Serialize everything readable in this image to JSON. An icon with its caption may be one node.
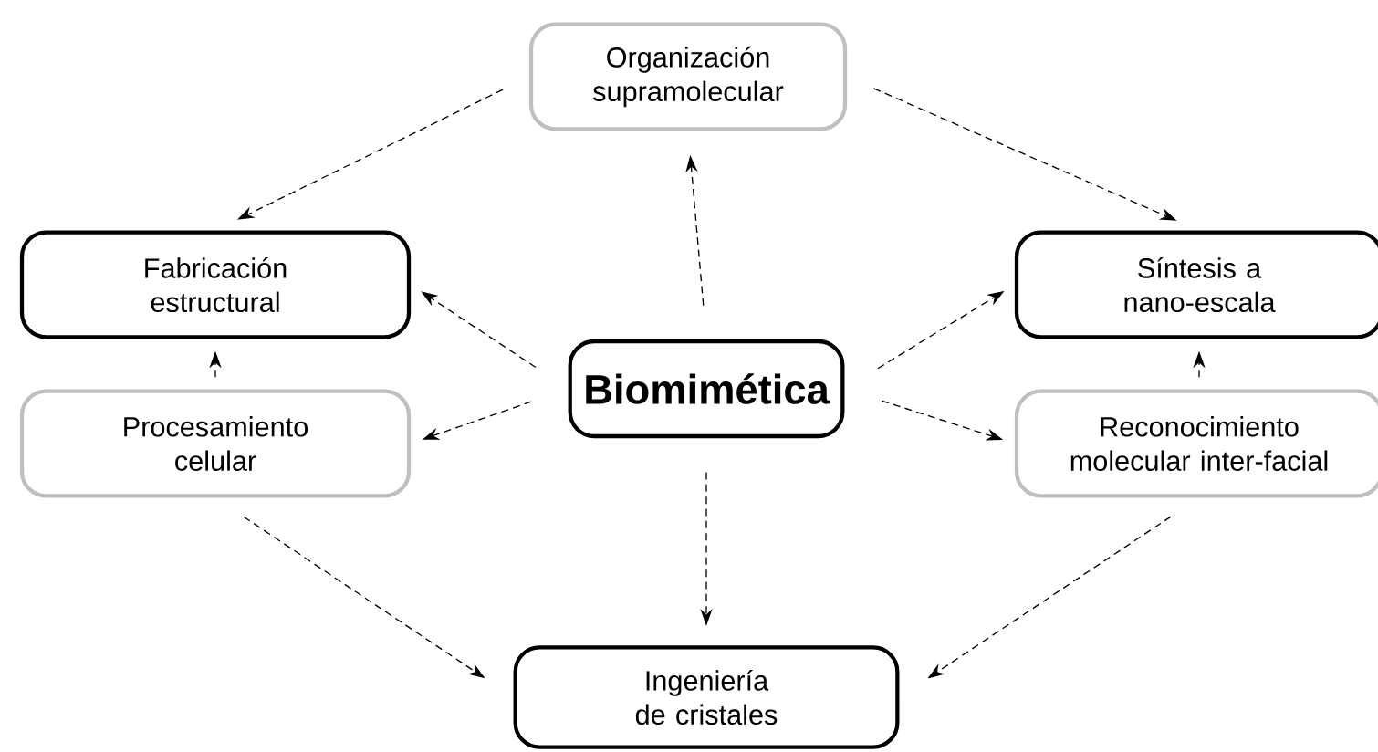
{
  "diagram": {
    "nodes": [
      {
        "text": [
          "Organización supramolecular"
        ]
      },
      {
        "text": [
          "Fabricación estructural"
        ]
      },
      {
        "text": [
          "Biomimética"
        ]
      },
      {
        "text": [
          "Síntesis a nano-escala"
        ]
      },
      {
        "text": [
          "Procesamiento celular"
        ]
      },
      {
        "text": [
          "Reconocimiento molecular inter-facial"
        ]
      },
      {
        "text": [
          "Ingeniería de cristales"
        ]
      }
    ],
    "edges": [
      {
        "from": 0,
        "to": 1,
        "arrow": "to"
      },
      {
        "from": 0,
        "to": 3,
        "arrow": "to"
      },
      {
        "from": 2,
        "to": 0,
        "arrow": "to"
      },
      {
        "from": 2,
        "to": 1,
        "arrow": "to"
      },
      {
        "from": 2,
        "to": 3,
        "arrow": "to"
      },
      {
        "from": 2,
        "to": 4,
        "arrow": "to"
      },
      {
        "from": 2,
        "to": 5,
        "arrow": "to"
      },
      {
        "from": 2,
        "to": 6,
        "arrow": "to"
      },
      {
        "from": 4,
        "to": 1,
        "arrow": "to"
      },
      {
        "from": 5,
        "to": 3,
        "arrow": "to"
      },
      {
        "from": 4,
        "to": 6,
        "arrow": "to"
      },
      {
        "from": 5,
        "to": 6,
        "arrow": "to"
      }
    ]
  }
}
